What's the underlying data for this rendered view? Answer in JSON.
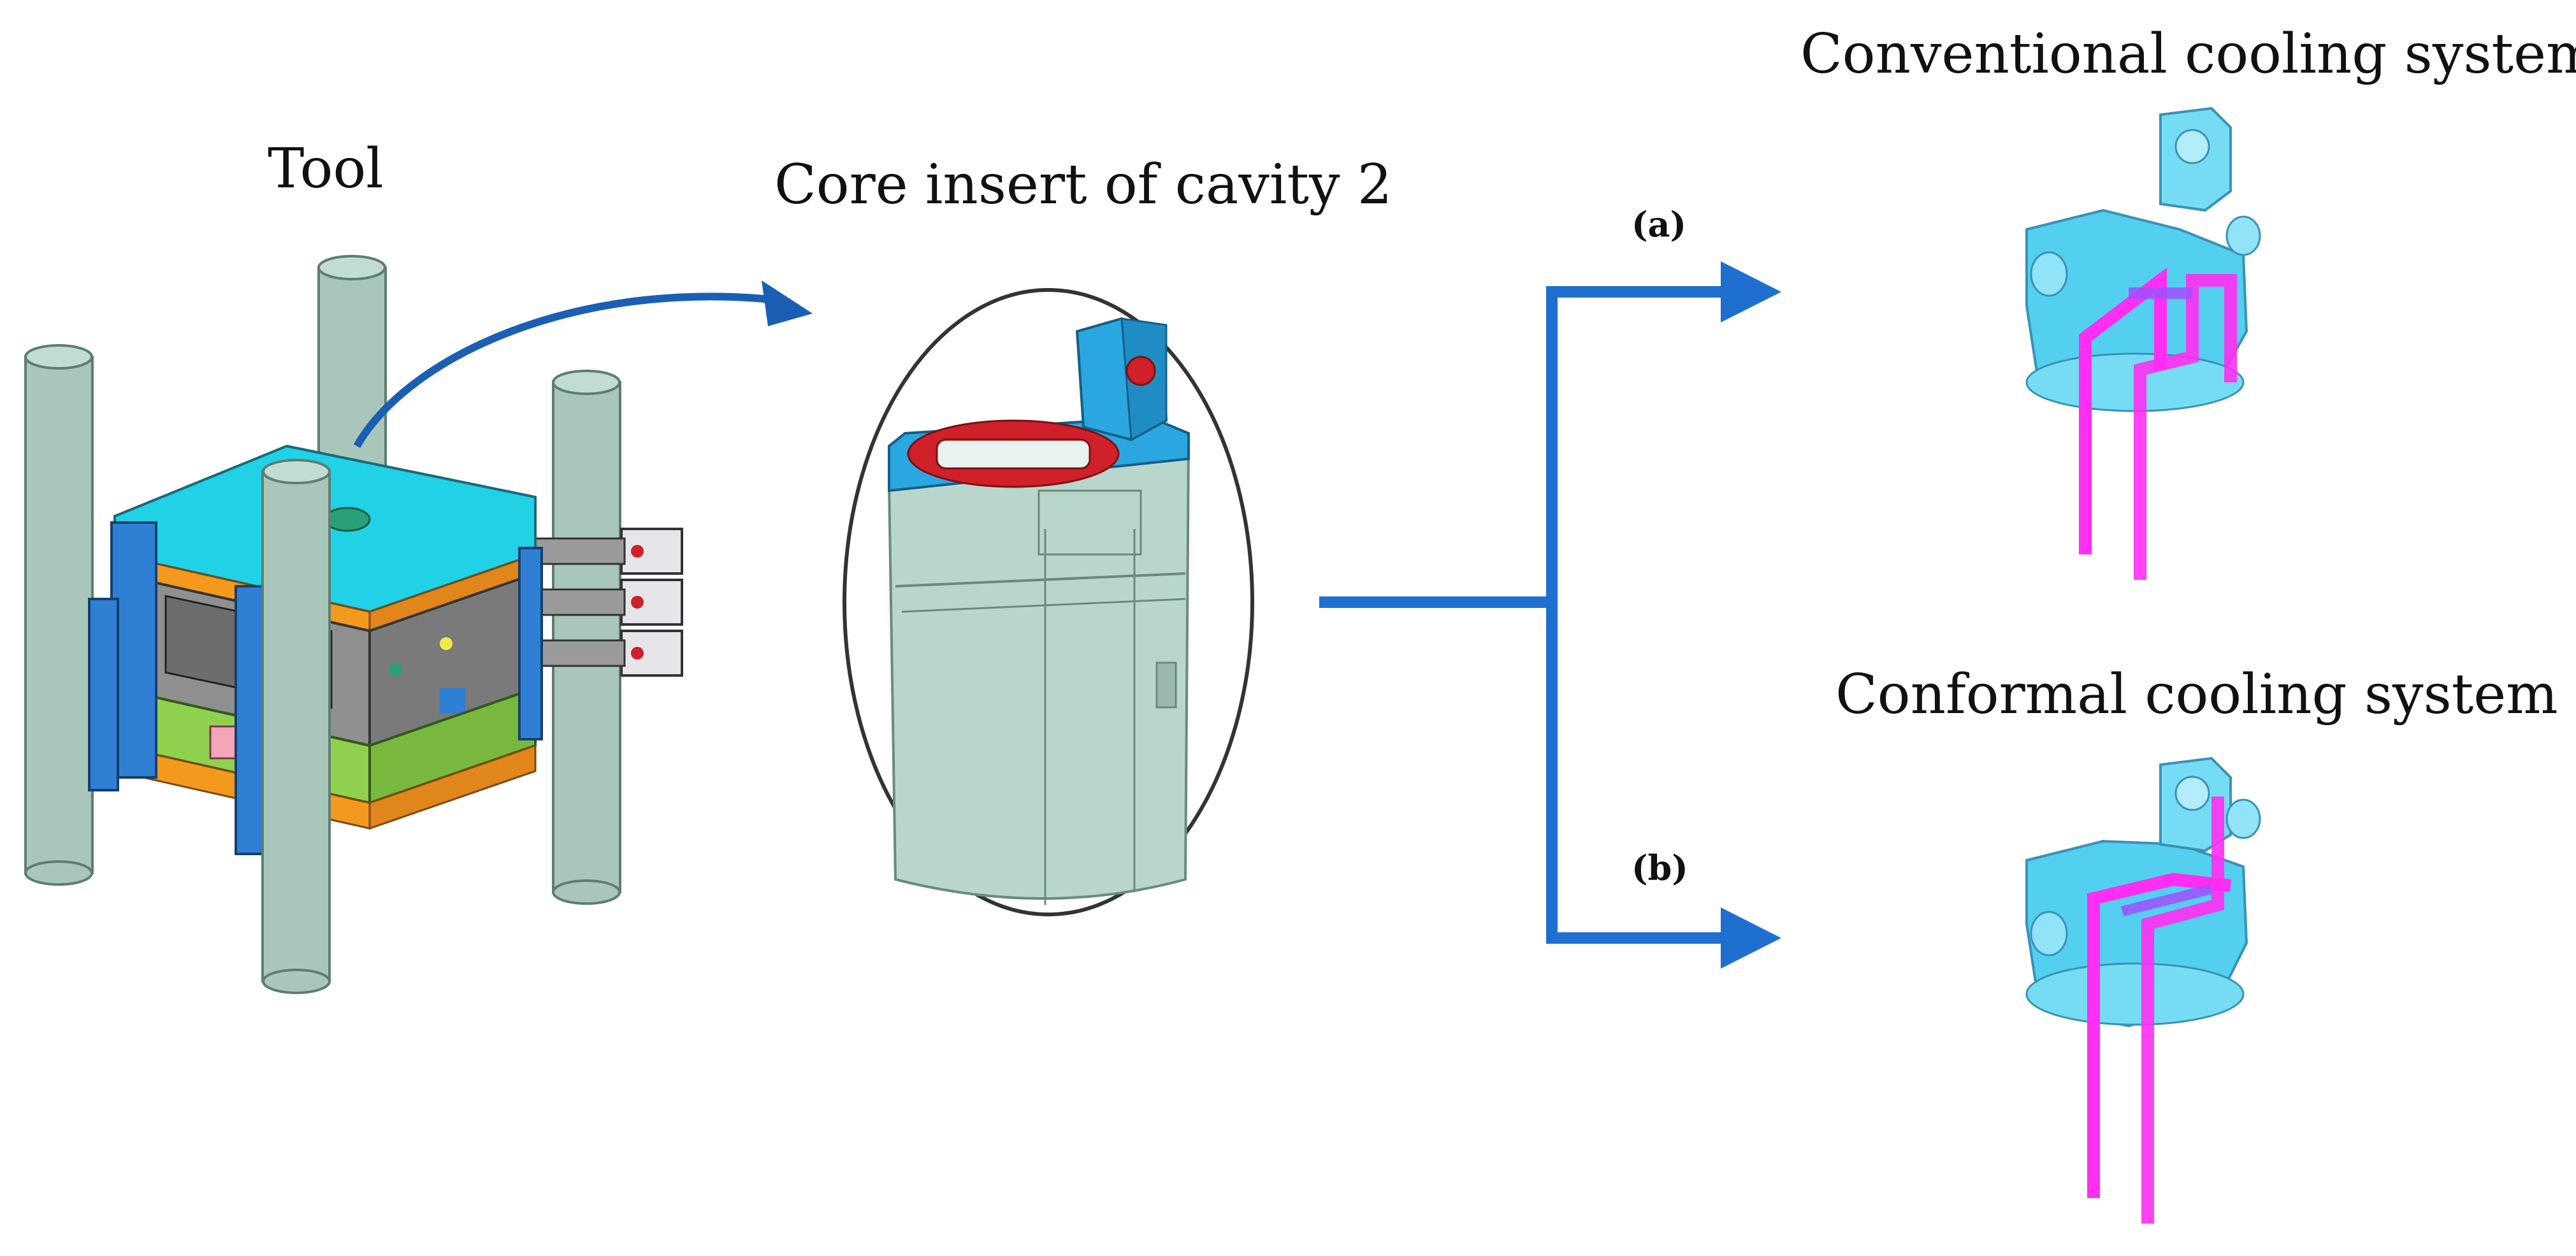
{
  "labels": {
    "tool": "Tool",
    "core_insert": "Core insert of cavity 2",
    "branch_a": "(a)",
    "branch_b": "(b)",
    "conventional": "Conventional cooling system",
    "conformal": "Conformal cooling system"
  },
  "colors": {
    "arrow_blue": "#1f6fd1",
    "curved_arrow": "#1b5fb5",
    "pillar": "#a8c7ba",
    "plate_cyan": "#21d1e6",
    "plate_blue": "#2f7fd4",
    "plate_orange": "#f39a1e",
    "plate_grey": "#9a9a9a",
    "plate_green": "#8fd14f",
    "plate_pink": "#f4a5b8",
    "insert_body": "#b9d6cc",
    "insert_top": "#2aa7e0",
    "insert_ring": "#d0202a",
    "part_cyan": "#36c7ee",
    "channel_magenta": "#ff2ef2"
  },
  "icons": {
    "tool": "injection-mold-tool-icon",
    "insert": "core-insert-icon",
    "conventional": "conventional-cooling-part-icon",
    "conformal": "conformal-cooling-part-icon"
  }
}
